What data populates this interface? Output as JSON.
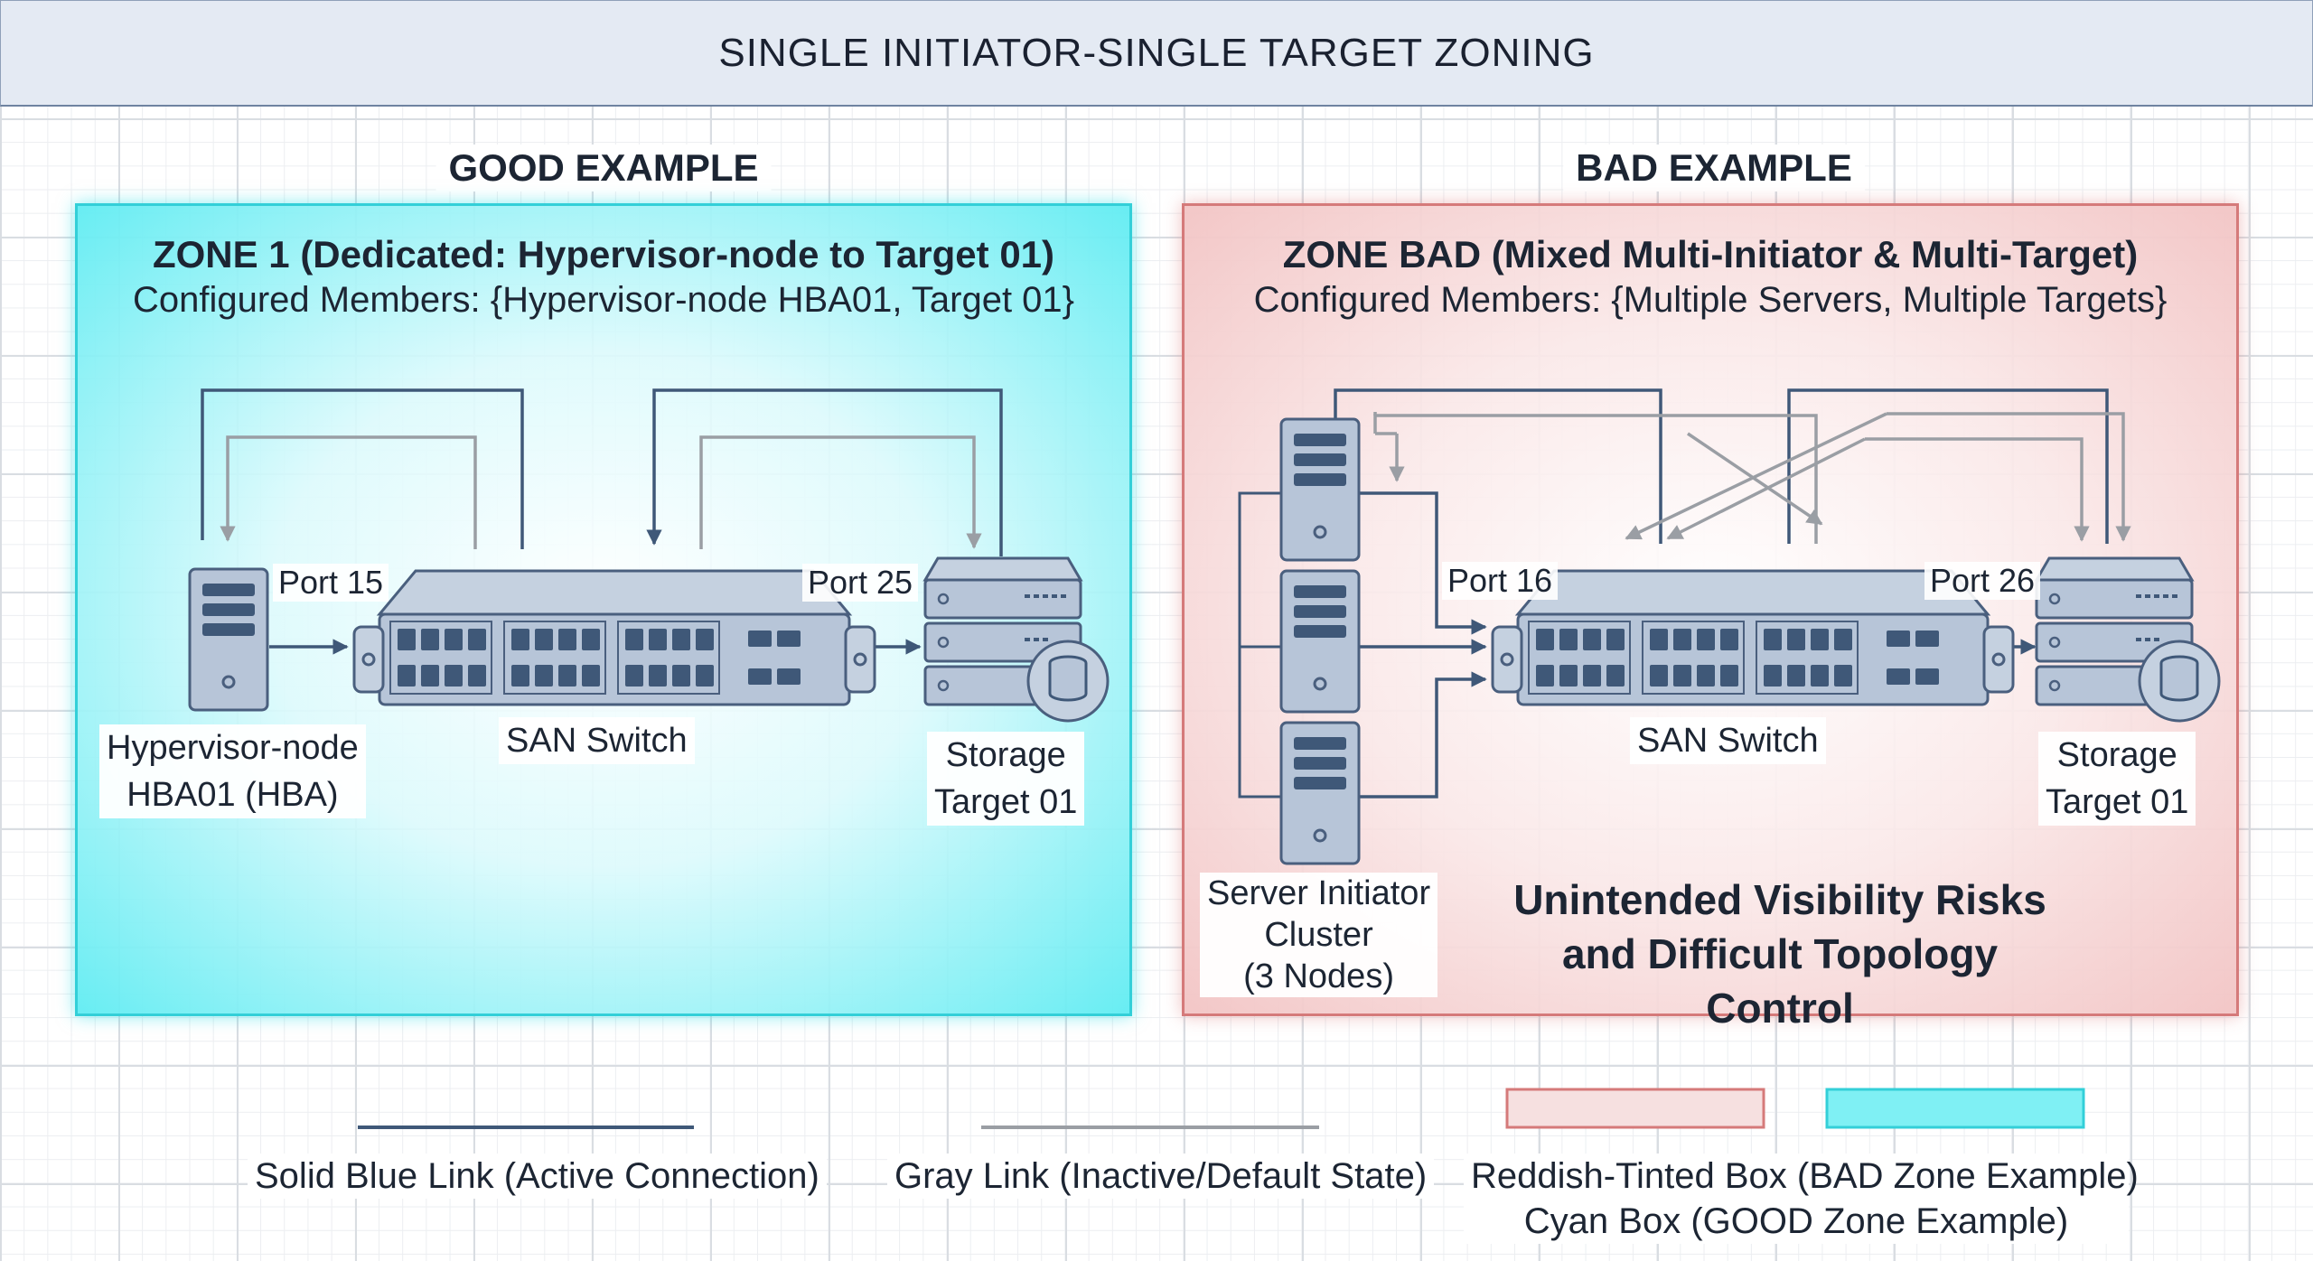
{
  "title": "SINGLE INITIATOR-SINGLE TARGET ZONING",
  "good": {
    "heading": "GOOD EXAMPLE",
    "zone_title": "ZONE 1 (Dedicated: Hypervisor-node to Target 01)",
    "zone_members": "Configured Members: {Hypervisor-node HBA01, Target 01}",
    "port_left": "Port 15",
    "port_right": "Port 25",
    "initiator_label_1": "Hypervisor-node",
    "initiator_label_2": "HBA01 (HBA)",
    "switch_label": "SAN Switch",
    "storage_label_1": "Storage",
    "storage_label_2": "Target 01"
  },
  "bad": {
    "heading": "BAD EXAMPLE",
    "zone_title": "ZONE BAD (Mixed Multi-Initiator & Multi-Target)",
    "zone_members": "Configured Members: {Multiple Servers, Multiple Targets}",
    "port_left": "Port 16",
    "port_right": "Port 26",
    "cluster_label_1": "Server Initiator",
    "cluster_label_2": "Cluster",
    "cluster_label_3": "(3 Nodes)",
    "switch_label": "SAN Switch",
    "storage_label_1": "Storage",
    "storage_label_2": "Target 01",
    "risk_line_1": "Unintended Visibility Risks",
    "risk_line_2": "and Difficult Topology Control"
  },
  "legend": {
    "blue_link": "Solid Blue Link (Active Connection)",
    "gray_link": "Gray Link (Inactive/Default State)",
    "red_box": "Reddish-Tinted Box (BAD Zone Example)",
    "cyan_box": "Cyan Box (GOOD Zone Example)"
  },
  "colors": {
    "blue_link": "#3f5878",
    "gray_link": "#9a9ea4",
    "good_border": "#33cfd8",
    "bad_border": "#d57a7a",
    "device_fill": "#b7c5d8",
    "device_stroke": "#4a5f7e"
  },
  "icons": [
    "server-icon",
    "san-switch-icon",
    "storage-array-icon",
    "database-icon"
  ]
}
